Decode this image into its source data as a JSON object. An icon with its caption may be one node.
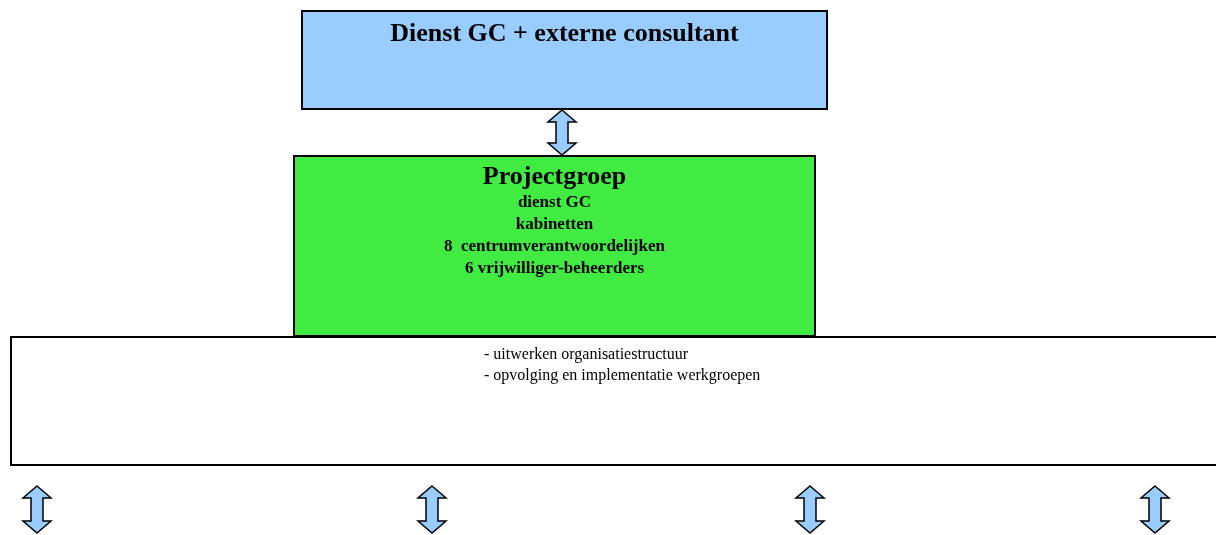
{
  "diagram": {
    "nodes": [
      {
        "text": [
          "Dienst GC + externe consultant"
        ]
      },
      {
        "text": [
          "Projectgroep",
          "dienst GC",
          "kabinetten",
          "8  centrumverantwoordelijken",
          "6 vrijwilliger-beheerders"
        ]
      },
      {
        "text": [
          "- uitwerken organisatiestructuur",
          "- opvolging en implementatie werkgroepen"
        ]
      }
    ],
    "edges": [
      {
        "from": 0,
        "to": 1,
        "arrow": "both"
      },
      {
        "from": 2,
        "to": null,
        "arrow": "both"
      },
      {
        "from": 2,
        "to": null,
        "arrow": "both"
      },
      {
        "from": 2,
        "to": null,
        "arrow": "both"
      },
      {
        "from": 2,
        "to": null,
        "arrow": "both"
      }
    ]
  }
}
